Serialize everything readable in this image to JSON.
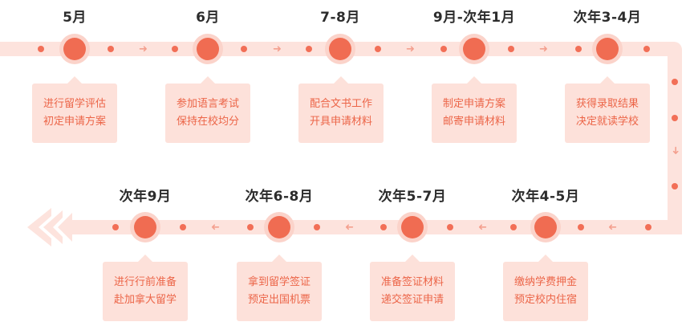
{
  "timeline": {
    "top_row": [
      {
        "period": "5月",
        "line1": "进行留学评估",
        "line2": "初定申请方案"
      },
      {
        "period": "6月",
        "line1": "参加语言考试",
        "line2": "保持在校均分"
      },
      {
        "period": "7-8月",
        "line1": "配合文书工作",
        "line2": "开具申请材料"
      },
      {
        "period": "9月-次年1月",
        "line1": "制定申请方案",
        "line2": "邮寄申请材料"
      },
      {
        "period": "次年3-4月",
        "line1": "获得录取结果",
        "line2": "决定就读学校"
      }
    ],
    "bottom_row": [
      {
        "period": "次年9月",
        "line1": "进行行前准备",
        "line2": "赴加拿大留学"
      },
      {
        "period": "次年6-8月",
        "line1": "拿到留学签证",
        "line2": "预定出国机票"
      },
      {
        "period": "次年5-7月",
        "line1": "准备签证材料",
        "line2": "递交签证申请"
      },
      {
        "period": "次年4-5月",
        "line1": "缴纳学费押金",
        "line2": "预定校内住宿"
      }
    ]
  },
  "colors": {
    "track": "#fde3dd",
    "node": "#f06c52",
    "box_bg": "#fde1da",
    "box_text": "#ec6548",
    "title_text": "#2c2c2c"
  }
}
